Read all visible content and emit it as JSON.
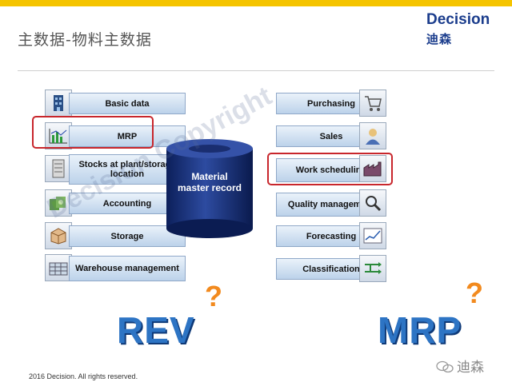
{
  "slide": {
    "title": "主数据-物料主数据",
    "logo_en": "Decision",
    "logo_cn": "迪森",
    "footer": "2016 Decision. All rights reserved.",
    "watermark": "Decision Copyright",
    "wechat_label": "迪森"
  },
  "center": {
    "line1": "Material",
    "line2": "master record"
  },
  "left_items": [
    {
      "label": "Basic data",
      "icon": "building-icon"
    },
    {
      "label": "MRP",
      "icon": "mrp-chart-icon"
    },
    {
      "label": "Stocks at plant/storage location",
      "icon": "cabinet-icon"
    },
    {
      "label": "Accounting",
      "icon": "money-icon"
    },
    {
      "label": "Storage",
      "icon": "crate-icon"
    },
    {
      "label": "Warehouse management",
      "icon": "warehouse-icon"
    }
  ],
  "right_items": [
    {
      "label": "Purchasing",
      "icon": "cart-icon"
    },
    {
      "label": "Sales",
      "icon": "person-icon"
    },
    {
      "label": "Work scheduling",
      "icon": "factory-icon"
    },
    {
      "label": "Quality management",
      "icon": "magnifier-icon"
    },
    {
      "label": "Forecasting",
      "icon": "line-chart-icon"
    },
    {
      "label": "Classification",
      "icon": "flow-icon"
    }
  ],
  "bottom": {
    "left_word": "REV",
    "right_word": "MRP",
    "question": "?"
  },
  "colors": {
    "accent_bar": "#f5c400",
    "brand_blue": "#1a3c8c",
    "highlight": "#c8262c",
    "big_text": "#2d74c4",
    "question": "#f28a1e"
  }
}
